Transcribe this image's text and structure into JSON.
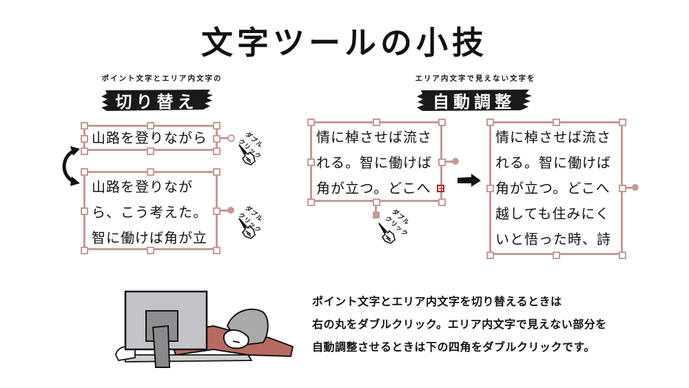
{
  "title": "文字ツールの小技",
  "left_section": {
    "caption": "ポイント文字とエリア内文字の",
    "heading": "切り替え",
    "point_text_box": {
      "lines": [
        "山路を登りながら"
      ]
    },
    "area_text_box": {
      "lines": [
        "山路を登りなが",
        "ら、こう考えた。",
        "智に働けば角が立"
      ]
    },
    "hint_top": [
      "ダブル",
      "クリック"
    ],
    "hint_bottom": [
      "ダブル",
      "クリック"
    ]
  },
  "right_section": {
    "caption": "エリア内文字で見えない文字を",
    "heading": "自動調整",
    "before_box": {
      "lines": [
        "情に棹させば流さ",
        "れる。智に働けば",
        "角が立つ。どこへ"
      ],
      "overflow_marker": "+"
    },
    "after_box": {
      "lines": [
        "情に棹させば流さ",
        "れる。智に働けば",
        "角が立つ。どこへ",
        "越しても住みにく",
        "いと悟った時、詩"
      ]
    },
    "hint": [
      "ダブル",
      "クリック"
    ]
  },
  "description": {
    "lines": [
      "ポイント文字とエリア内文字を切り替えるときは",
      "右の丸をダブルクリック。エリア内文字で見えない部分を",
      "自動調整させるときは下の四角をダブルクリックです。"
    ]
  },
  "colors": {
    "frame": "#c49a95",
    "overflow": "#b5231c",
    "ink": "#111111"
  }
}
